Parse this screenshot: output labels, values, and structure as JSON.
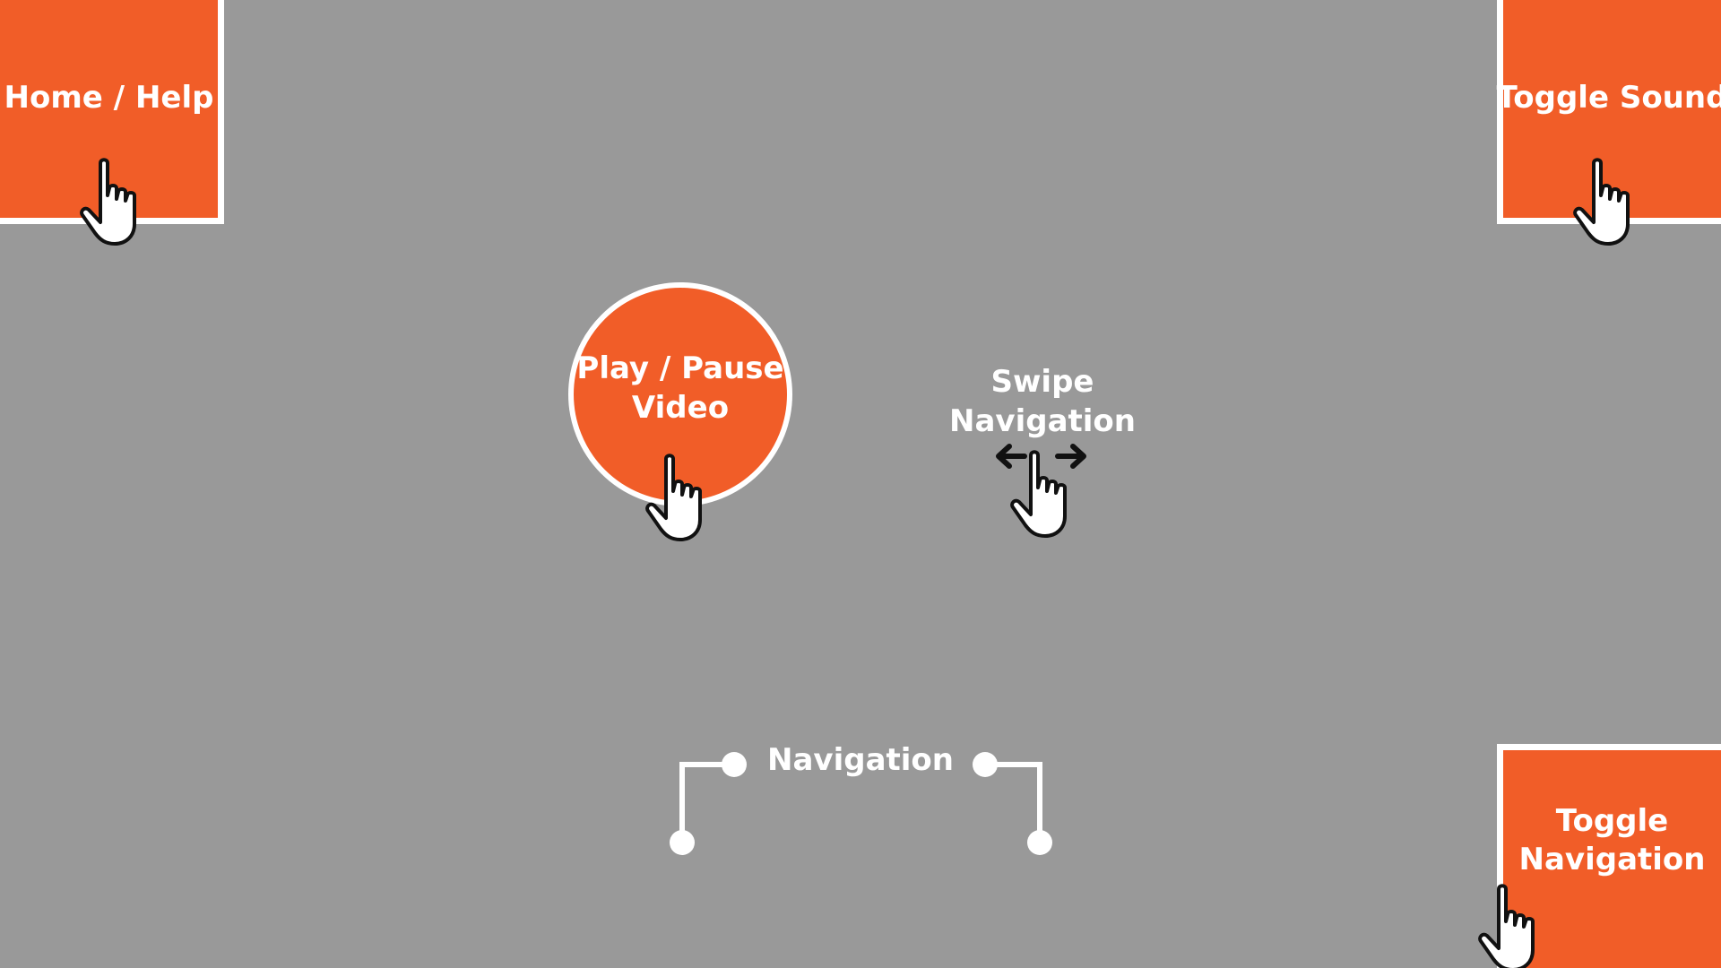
{
  "colors": {
    "background": "#999999",
    "accent": "#f15d28",
    "foreground": "#ffffff"
  },
  "zones": {
    "home_help": {
      "label": "Home / Help",
      "icon": "hand-pointer-icon"
    },
    "toggle_sound": {
      "label": "Toggle Sound",
      "icon": "hand-pointer-icon"
    },
    "toggle_navigation": {
      "label": "Toggle\nNavigation",
      "icon": "hand-pointer-icon"
    },
    "play_pause": {
      "label": "Play / Pause\nVideo",
      "icon": "hand-pointer-icon"
    },
    "swipe": {
      "label": "Swipe\nNavigation",
      "icon": "hand-swipe-icon"
    },
    "navigation": {
      "label": "Navigation",
      "icon": "bracket-connector-icon"
    }
  }
}
